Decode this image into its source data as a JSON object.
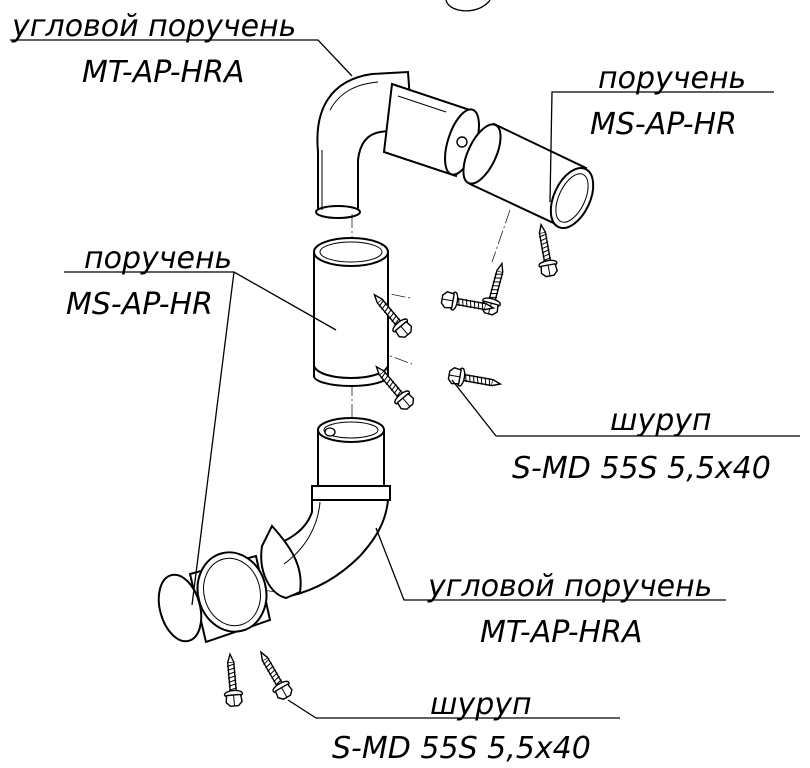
{
  "labels": {
    "top_left": {
      "name": "угловой поручень",
      "code": "MT-AP-HRA"
    },
    "top_right": {
      "name": "поручень",
      "code": "MS-AP-HR"
    },
    "middle_left": {
      "name": "поручень",
      "code": "MS-AP-HR"
    },
    "screw_right": {
      "name": "шуруп",
      "code": "S-MD 55S 5,5x40"
    },
    "bottom_right": {
      "name": "угловой поручень",
      "code": "MT-AP-HRA"
    },
    "screw_bottom": {
      "name": "шуруп",
      "code": "S-MD 55S 5,5x40"
    }
  },
  "colors": {
    "line": "#000000",
    "fill": "#ffffff"
  }
}
